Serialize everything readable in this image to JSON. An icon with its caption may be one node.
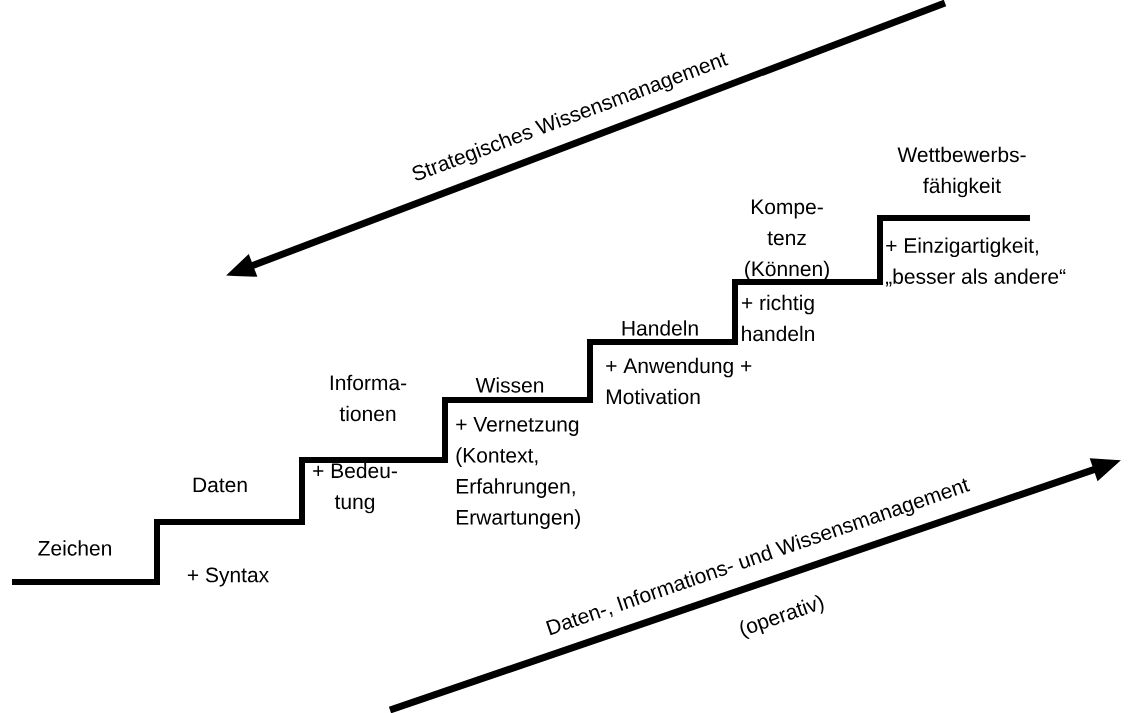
{
  "diagram": {
    "labels": [
      "Strategisches Wissensmanagement",
      "Wettbewerbs- fähigkeit",
      "Kompe- tenz (Können)",
      "+ Einzigartigkeit, „besser als andere“",
      "Handeln",
      "+ richtig handeln",
      "Wissen",
      "Informa- tionen",
      "+ Anwendung + Motivation",
      "Daten",
      "+ Bedeu- tung",
      "+ Vernetzung (Kontext, Erfahrungen, Erwartungen)",
      "Zeichen",
      "+ Syntax",
      "Daten-, Informations- und Wissensmanagement",
      "(operativ)"
    ]
  }
}
